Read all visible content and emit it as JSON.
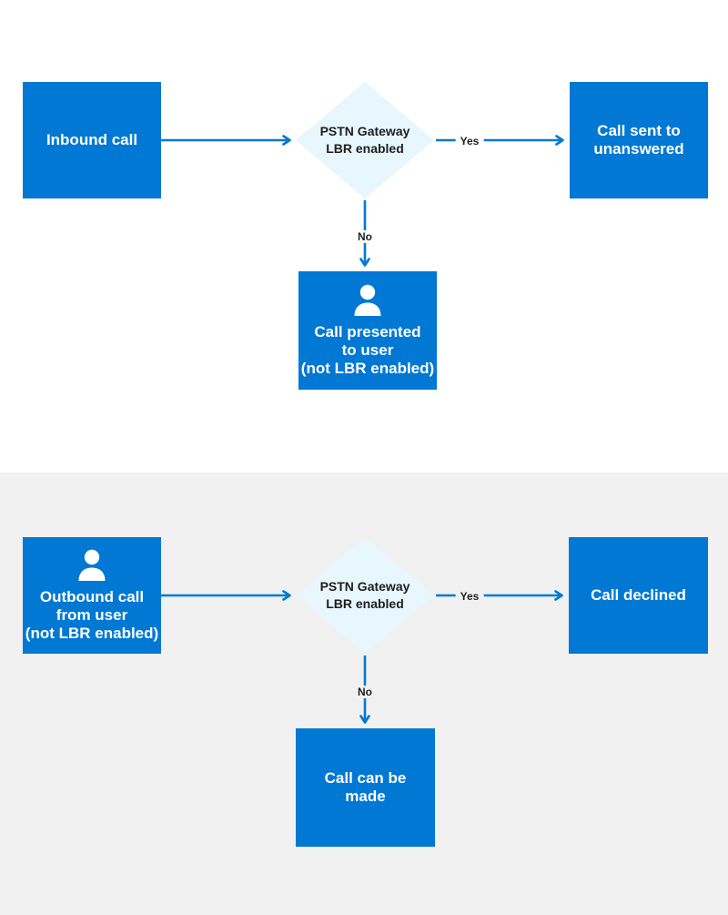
{
  "colors": {
    "process_fill": "#0078D4",
    "process_text": "#FFFFFF",
    "decision_fill": "#E8F6FD",
    "decision_text": "#1E1E1E",
    "edge_line": "#0078D4",
    "edge_label_text": "#1E1E1E",
    "section_inbound_bg": "#FFFFFF",
    "section_outbound_bg": "#F1F1F2"
  },
  "inbound_flow": {
    "start": "Inbound call",
    "decision": "PSTN Gateway\nLBR enabled",
    "yes_label": "Yes",
    "no_label": "No",
    "yes_result": "Call sent to\nunanswered",
    "no_result": "Call presented\nto user\n(not LBR enabled)"
  },
  "outbound_flow": {
    "start": "Outbound call\nfrom user\n(not LBR enabled)",
    "decision": "PSTN Gateway\nLBR enabled",
    "yes_label": "Yes",
    "no_label": "No",
    "yes_result": "Call declined",
    "no_result": "Call can be\nmade"
  }
}
